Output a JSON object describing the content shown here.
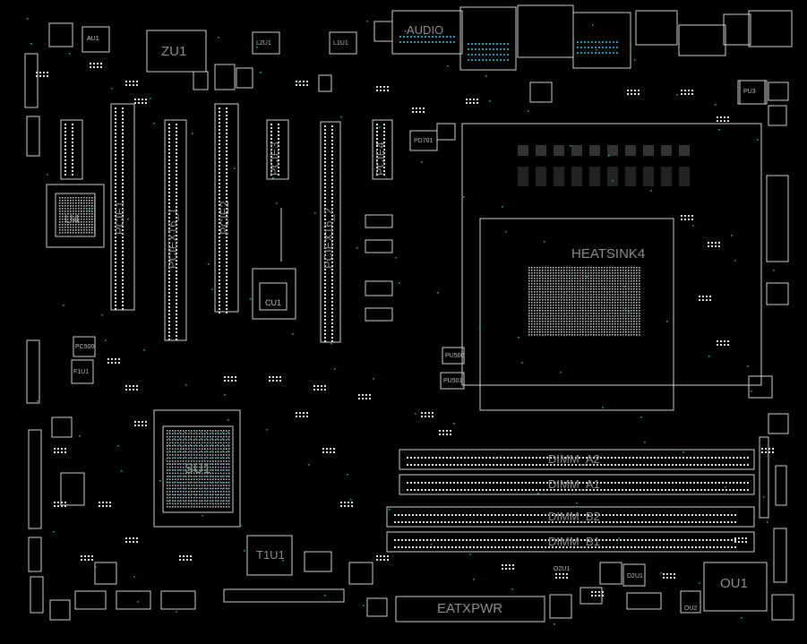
{
  "labels": {
    "zu1": "ZU1",
    "au1": "AU1",
    "l2u1": "L2U1",
    "l1u1": "L1U1",
    "audio": "AUDIO",
    "pu3": "PU3",
    "u4": "U4",
    "heatsink": "HEATSINK4",
    "cu1": "CU1",
    "su1": "SU1",
    "t1u1": "T1U1",
    "ou1": "OU1",
    "eatxpwr": "EATXPWR",
    "dimm_a2": "DIMM_A2",
    "dimm_a1": "DIMM_A1",
    "dimm_b2": "DIMM_B2",
    "dimm_b1": "DIMM_B1",
    "pd701": "PD701",
    "pu500": "PU500",
    "pu501": "PU501",
    "pc500": "PC500",
    "f1u1": "F1U1",
    "o2u1": "O2U1",
    "d2u1": "D2U1",
    "ou2": "OU2",
    "pci1": "PCIE1",
    "pci2": "PCIEX16_1",
    "pci3": "PCIE2",
    "pci4": "PCIE3",
    "pci5": "PCIEX16_2",
    "pci6": "PCIE4"
  },
  "colors": {
    "background": "#000000",
    "outline": "#cfcfcf",
    "pad": "#e6e6e6",
    "via": "#16a3b8",
    "label": "#8d8d8d"
  }
}
